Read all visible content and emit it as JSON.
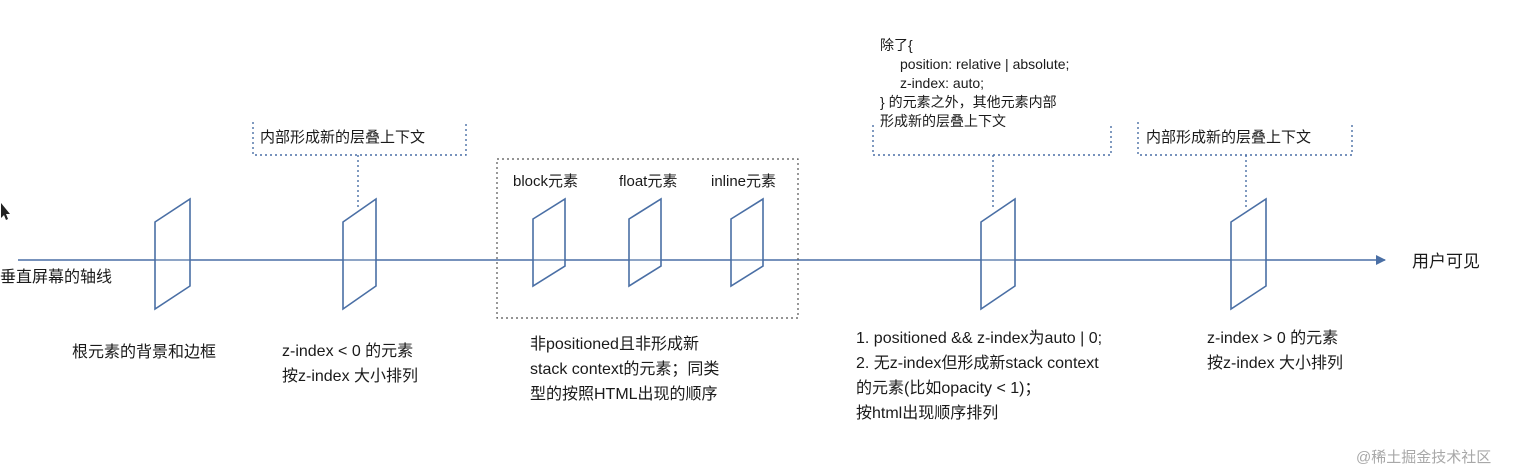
{
  "axis": {
    "left_label": "垂直屏幕的轴线",
    "right_label": "用户可见",
    "color": "#4a6fa5"
  },
  "layers": {
    "root": {
      "lines": [
        "根元素的背景和边框"
      ]
    },
    "negative": {
      "lines": [
        "z-index < 0 的元素",
        "按z-index 大小排列"
      ],
      "note": "内部形成新的层叠上下文"
    },
    "normal_flow": {
      "items": [
        "block元素",
        "float元素",
        "inline元素"
      ],
      "lines": [
        "非positioned且非形成新",
        "stack context的元素；同类",
        "型的按照HTML出现的顺序"
      ]
    },
    "positioned_auto": {
      "lines": [
        "1. positioned && z-index为auto | 0;",
        "2. 无z-index但形成新stack context",
        "的元素(比如opacity < 1)；",
        "按html出现顺序排列"
      ],
      "note_lines": [
        "除了{",
        "position: relative | absolute;",
        "z-index: auto;",
        "} 的元素之外，其他元素内部",
        "形成新的层叠上下文"
      ]
    },
    "positive": {
      "lines": [
        "z-index > 0 的元素",
        "按z-index 大小排列"
      ],
      "note": "内部形成新的层叠上下文"
    }
  },
  "watermark": "@稀土掘金技术社区"
}
